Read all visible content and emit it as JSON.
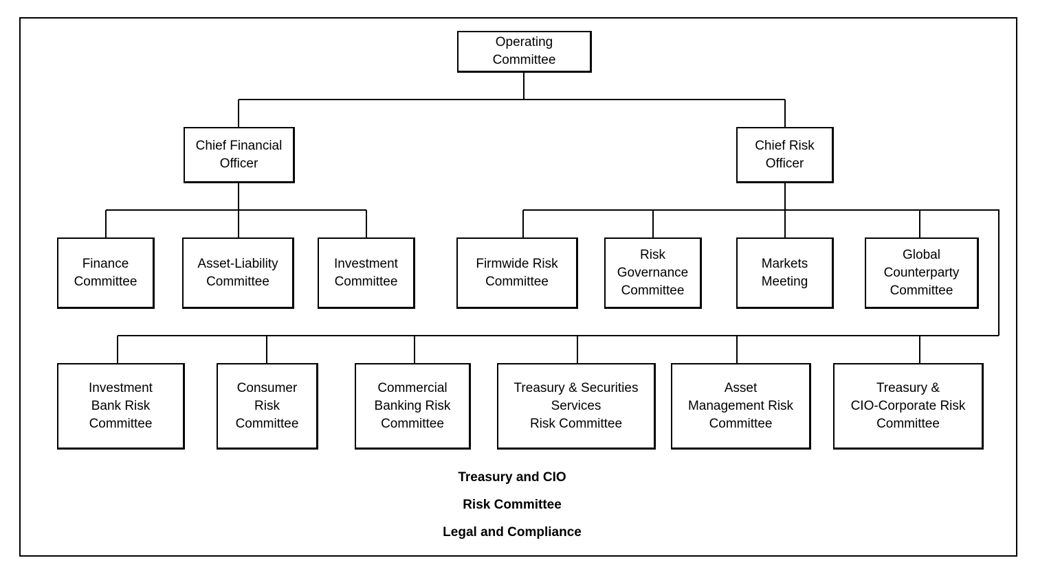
{
  "nodes": {
    "operating_committee": "Operating\nCommittee",
    "cfo": "Chief Financial\nOfficer",
    "cro": "Chief Risk\nOfficer",
    "finance_committee": "Finance\nCommittee",
    "alco": "Asset-Liability\nCommittee",
    "investment_committee": "Investment\nCommittee",
    "firmwide_risk": "Firmwide Risk\nCommittee",
    "risk_governance": "Risk\nGovernance\nCommittee",
    "markets_meeting": "Markets\nMeeting",
    "global_counterparty": "Global\nCounterparty\nCommittee",
    "ib_risk": "Investment\nBank Risk\nCommittee",
    "consumer_risk": "Consumer\nRisk\nCommittee",
    "cb_risk": "Commercial\nBanking Risk\nCommittee",
    "tss_risk": "Treasury & Securities\nServices\nRisk Committee",
    "am_risk": "Asset\nManagement Risk\nCommittee",
    "cio_risk": "Treasury &\nCIO-Corporate Risk\nCommittee"
  },
  "footer": {
    "line1": "Treasury and CIO",
    "line2": "Risk Committee",
    "line3": "Legal and Compliance"
  }
}
